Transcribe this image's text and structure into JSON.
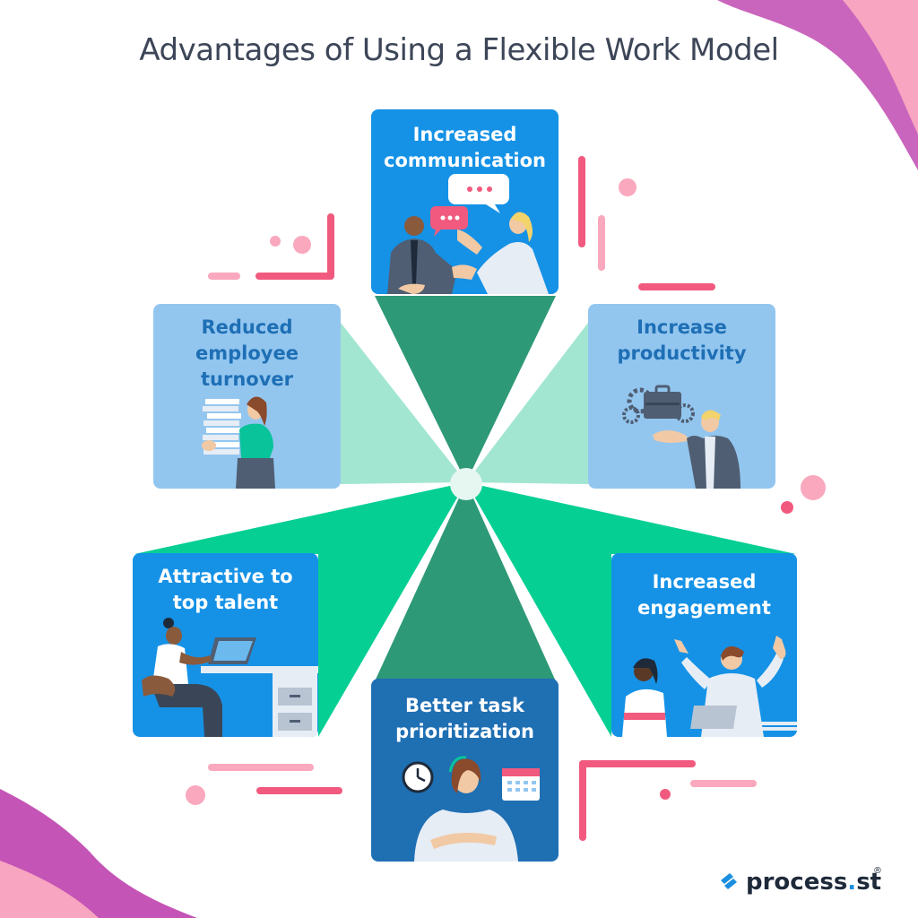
{
  "title": "Advantages of Using a Flexible Work Model",
  "colors": {
    "card_dark": "#1592e6",
    "card_light": "#93c6ef",
    "card_bottom": "#1f6fb3",
    "ray_dark": "#2e9977",
    "ray_mid": "#06cf94",
    "ray_light": "#a2e6d2",
    "accent_pink": "#f15a7e",
    "accent_soft_pink": "#f9a8bd",
    "corner_purple": "#c454b6"
  },
  "cards": {
    "communication": {
      "label": "Increased\ncommunication",
      "icon": "handshake-chat-icon"
    },
    "turnover": {
      "label": "Reduced\nemployee\nturnover",
      "icon": "paper-stack-worker-icon"
    },
    "productivity": {
      "label": "Increase\nproductivity",
      "icon": "briefcase-gears-icon"
    },
    "talent": {
      "label": "Attractive to\ntop talent",
      "icon": "desk-worker-icon"
    },
    "engagement": {
      "label": "Increased\nengagement",
      "icon": "team-cheer-icon"
    },
    "prioritization": {
      "label": "Better task\nprioritization",
      "icon": "clock-calendar-icon"
    }
  },
  "logo": {
    "prefix": "process",
    "dot": ".",
    "suffix": "st",
    "mark": "®"
  }
}
